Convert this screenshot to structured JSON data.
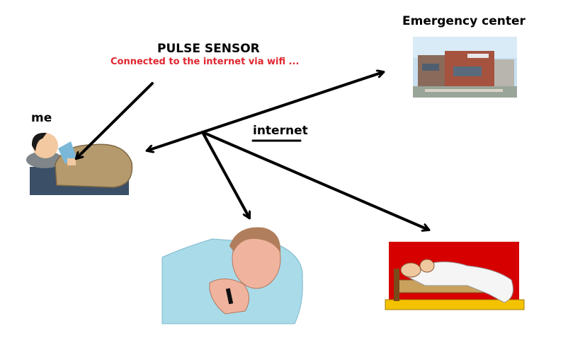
{
  "diagram": {
    "title": "PULSE SENSOR",
    "subtitle": "Connected to the internet via wifi ...",
    "labels": {
      "me": "me",
      "emergency_center": "Emergency center",
      "internet": "internet"
    },
    "colors": {
      "subtitle": "#e0262f",
      "arrow": "#000000",
      "blanket": "#b59a6e",
      "sheet": "#a9dbe9",
      "bed_frame": "#d60000",
      "bed_base": "#f4c200"
    }
  }
}
